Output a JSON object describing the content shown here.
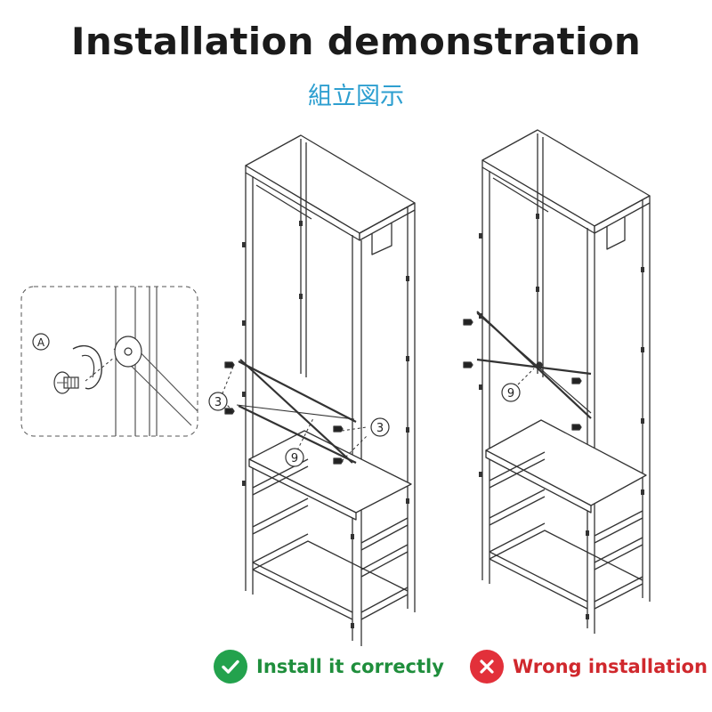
{
  "header": {
    "title": "Installation demonstration",
    "subtitle": "組立図示"
  },
  "detail": {
    "part_label": "A"
  },
  "callouts": {
    "part_3": "3",
    "part_9": "9"
  },
  "legend": {
    "correct_label": "Install it correctly",
    "correct_icon": "check-icon",
    "correct_color": "#23a24d",
    "wrong_label": "Wrong installation",
    "wrong_icon": "cross-icon",
    "wrong_color": "#e2303a"
  }
}
